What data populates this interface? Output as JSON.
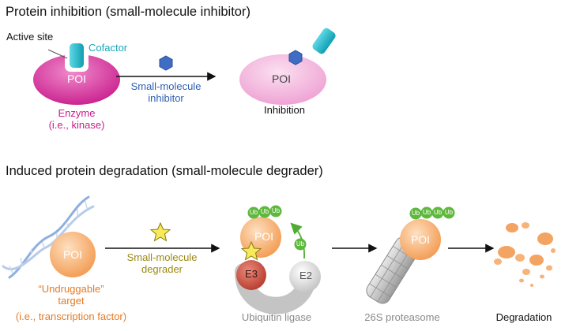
{
  "section1": {
    "title": "Protein inhibition (small-molecule inhibitor)",
    "active_site_label": "Active site",
    "cofactor_label": "Cofactor",
    "poi_label": "POI",
    "enzyme_label_line1": "Enzyme",
    "enzyme_label_line2": "(i.e., kinase)",
    "inhibitor_label_line1": "Small-molecule",
    "inhibitor_label_line2": "inhibitor",
    "result_poi_label": "POI",
    "result_label": "Inhibition"
  },
  "section2": {
    "title": "Induced protein degradation (small-molecule degrader)",
    "poi_label": "POI",
    "target_label_line1": "“Undruggable”",
    "target_label_line2": "target",
    "target_label_line3": "(i.e., transcription factor)",
    "degrader_label_line1": "Small-molecule",
    "degrader_label_line2": "degrader",
    "ligase_poi_label": "POI",
    "e3_label": "E3",
    "e2_label": "E2",
    "ub_label": "Ub",
    "ligase_label": "Ubiquitin ligase",
    "proteasome_poi_label": "POI",
    "proteasome_label": "26S proteasome",
    "degradation_label": "Degradation"
  },
  "colors": {
    "enzyme_magenta": "#c81d8c",
    "cofactor_teal": "#16b3c6",
    "inhibitor_blue": "#2f5fb3",
    "poi_orange": "#f5a25c",
    "degrader_olive": "#9a8a12",
    "target_orange": "#e47a26",
    "ub_green": "#5fb83e",
    "e3_red": "#c6483a",
    "gray_text": "#8a8a8a"
  },
  "icons": [
    "hexagon-inhibitor-icon",
    "star-degrader-icon",
    "dna-helix-icon",
    "proteasome-cylinder-icon",
    "ubiquitin-chain-icon"
  ]
}
